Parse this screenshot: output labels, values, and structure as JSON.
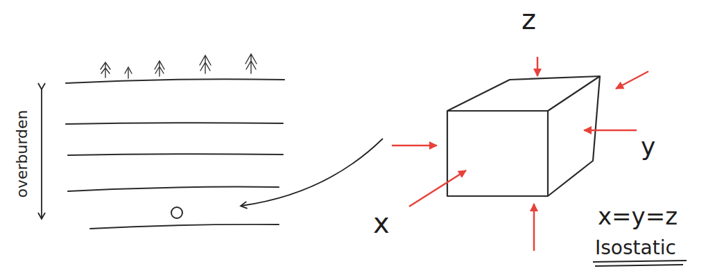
{
  "diagram": {
    "labels": [
      "overburden",
      "z",
      "y",
      "x",
      "x=y=z",
      "Isostatic"
    ]
  }
}
